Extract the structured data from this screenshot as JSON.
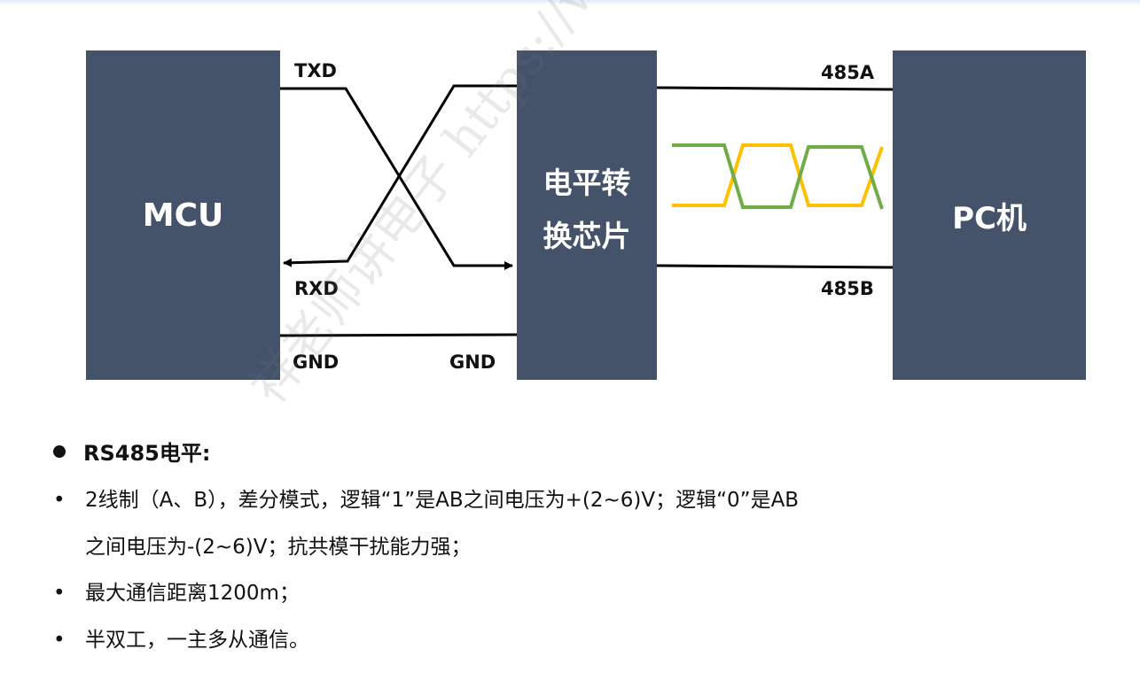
{
  "blocks": {
    "mcu": "MCU",
    "chip_line1": "电平转",
    "chip_line2": "换芯片",
    "pc": "PC机"
  },
  "signals": {
    "txd": "TXD",
    "rxd": "RXD",
    "gnd_left": "GND",
    "gnd_right": "GND",
    "a485": "485A",
    "b485": "485B"
  },
  "colors": {
    "block": "#44536a",
    "wave_green": "#70ad47",
    "wave_yellow": "#ffc000"
  },
  "heading": "RS485电平:",
  "bullets": {
    "b1_line1": "2线制（A、B），差分模式，逻辑“1”是AB之间电压为+(2~6)V；逻辑“0”是AB",
    "b1_line2": "之间电压为-(2~6)V；抗共模干扰能力强；",
    "b2": "最大通信距离1200m；",
    "b3": "半双工，一主多从通信。"
  },
  "watermark": "祥老师讲电子 https://www.prquet"
}
